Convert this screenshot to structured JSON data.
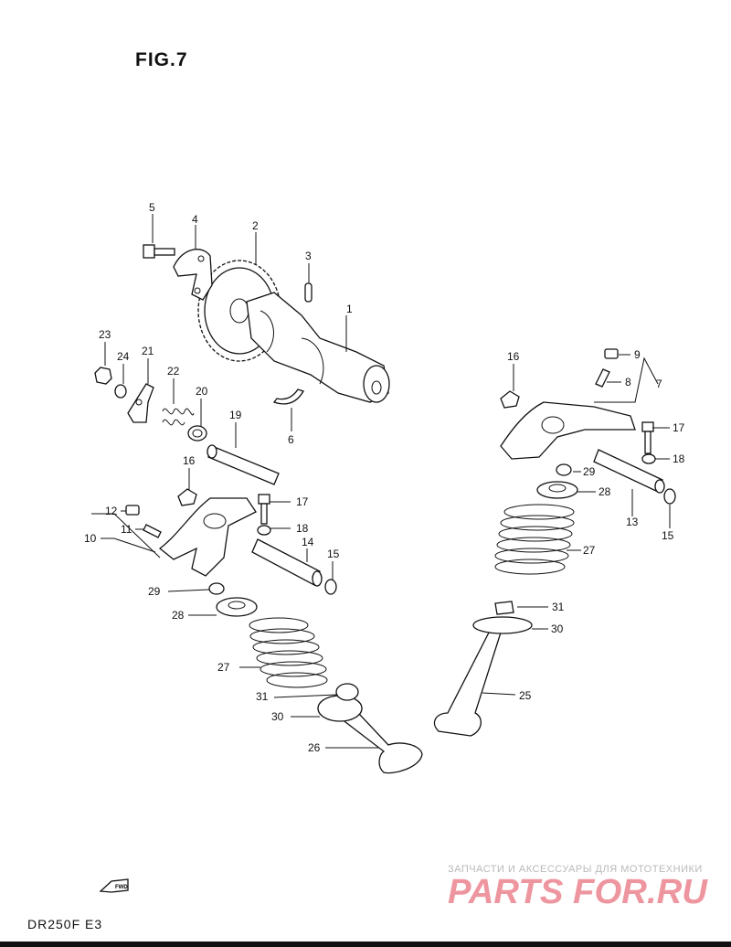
{
  "figure": {
    "title": "FIG.7",
    "model": "DR250F  E3"
  },
  "watermark": {
    "tagline": "ЗАПЧАСТИ И АКСЕССУАРЫ ДЛЯ МОТОТЕХНИКИ",
    "logo_text": "PARTS FOR.RU",
    "color": "#e04050"
  },
  "labels": [
    "1",
    "2",
    "3",
    "4",
    "5",
    "6",
    "7",
    "8",
    "9",
    "10",
    "11",
    "12",
    "13",
    "14",
    "15",
    "15",
    "16",
    "16",
    "17",
    "17",
    "18",
    "18",
    "19",
    "20",
    "21",
    "22",
    "23",
    "24",
    "25",
    "26",
    "27",
    "27",
    "28",
    "28",
    "29",
    "29",
    "30",
    "30",
    "31",
    "31"
  ],
  "fwd_label": "FWD"
}
